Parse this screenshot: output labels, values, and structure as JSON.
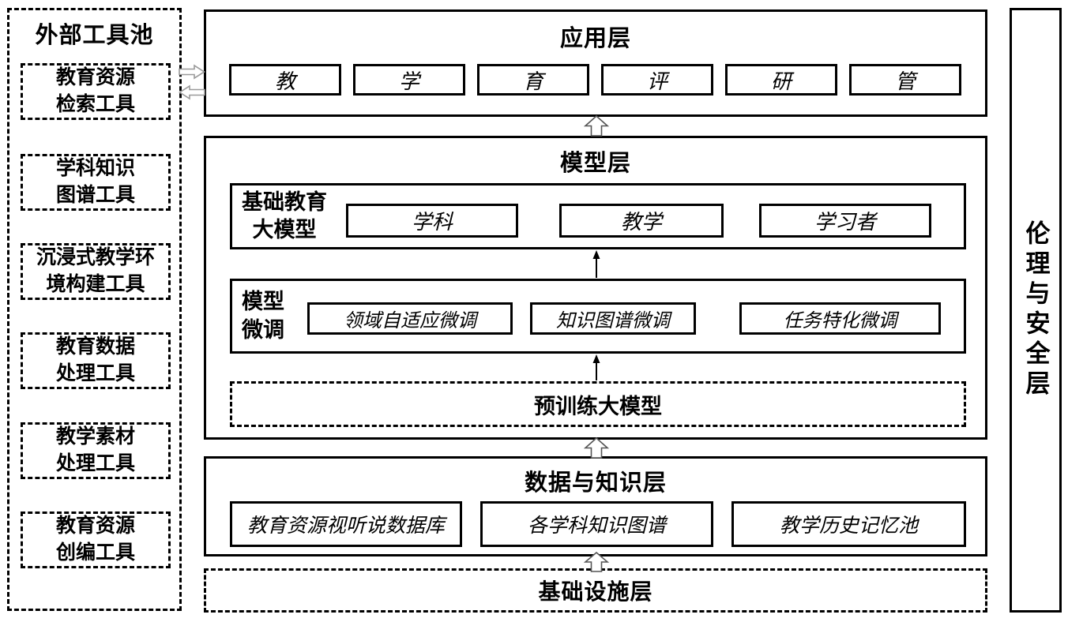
{
  "external_tools": {
    "title": "外部工具池",
    "tools": [
      "教育资源\n检索工具",
      "学科知识\n图谱工具",
      "沉浸式教学环\n境构建工具",
      "教育数据\n处理工具",
      "教学素材\n处理工具",
      "教育资源\n创编工具"
    ]
  },
  "application": {
    "title": "应用层",
    "items": [
      "教",
      "学",
      "育",
      "评",
      "研",
      "管"
    ]
  },
  "model": {
    "title": "模型层",
    "base_model": {
      "label": "基础教育\n大模型",
      "items": [
        "学科",
        "教学",
        "学习者"
      ]
    },
    "fine_tuning": {
      "label": "模型\n微调",
      "items": [
        "领域自适应微调",
        "知识图谱微调",
        "任务特化微调"
      ]
    },
    "pretrained_label": "预训练大模型"
  },
  "data_knowledge": {
    "title": "数据与知识层",
    "items": [
      "教育资源视听说数据库",
      "各学科知识图谱",
      "教学历史记忆池"
    ]
  },
  "infrastructure": {
    "title": "基础设施层"
  },
  "ethics": {
    "title": "伦理与安全层"
  },
  "icons": {
    "layer_flow_up_arrow": "⇧",
    "tools_to_app_arrow": "⇨",
    "app_to_tools_arrow": "⇦",
    "finetune_flow_arrow": "↑"
  },
  "colors": {
    "line": "#000000",
    "up_arrow_outline": "#555555",
    "double_arrow_outline": "#9a9a9a",
    "background": "#ffffff"
  }
}
